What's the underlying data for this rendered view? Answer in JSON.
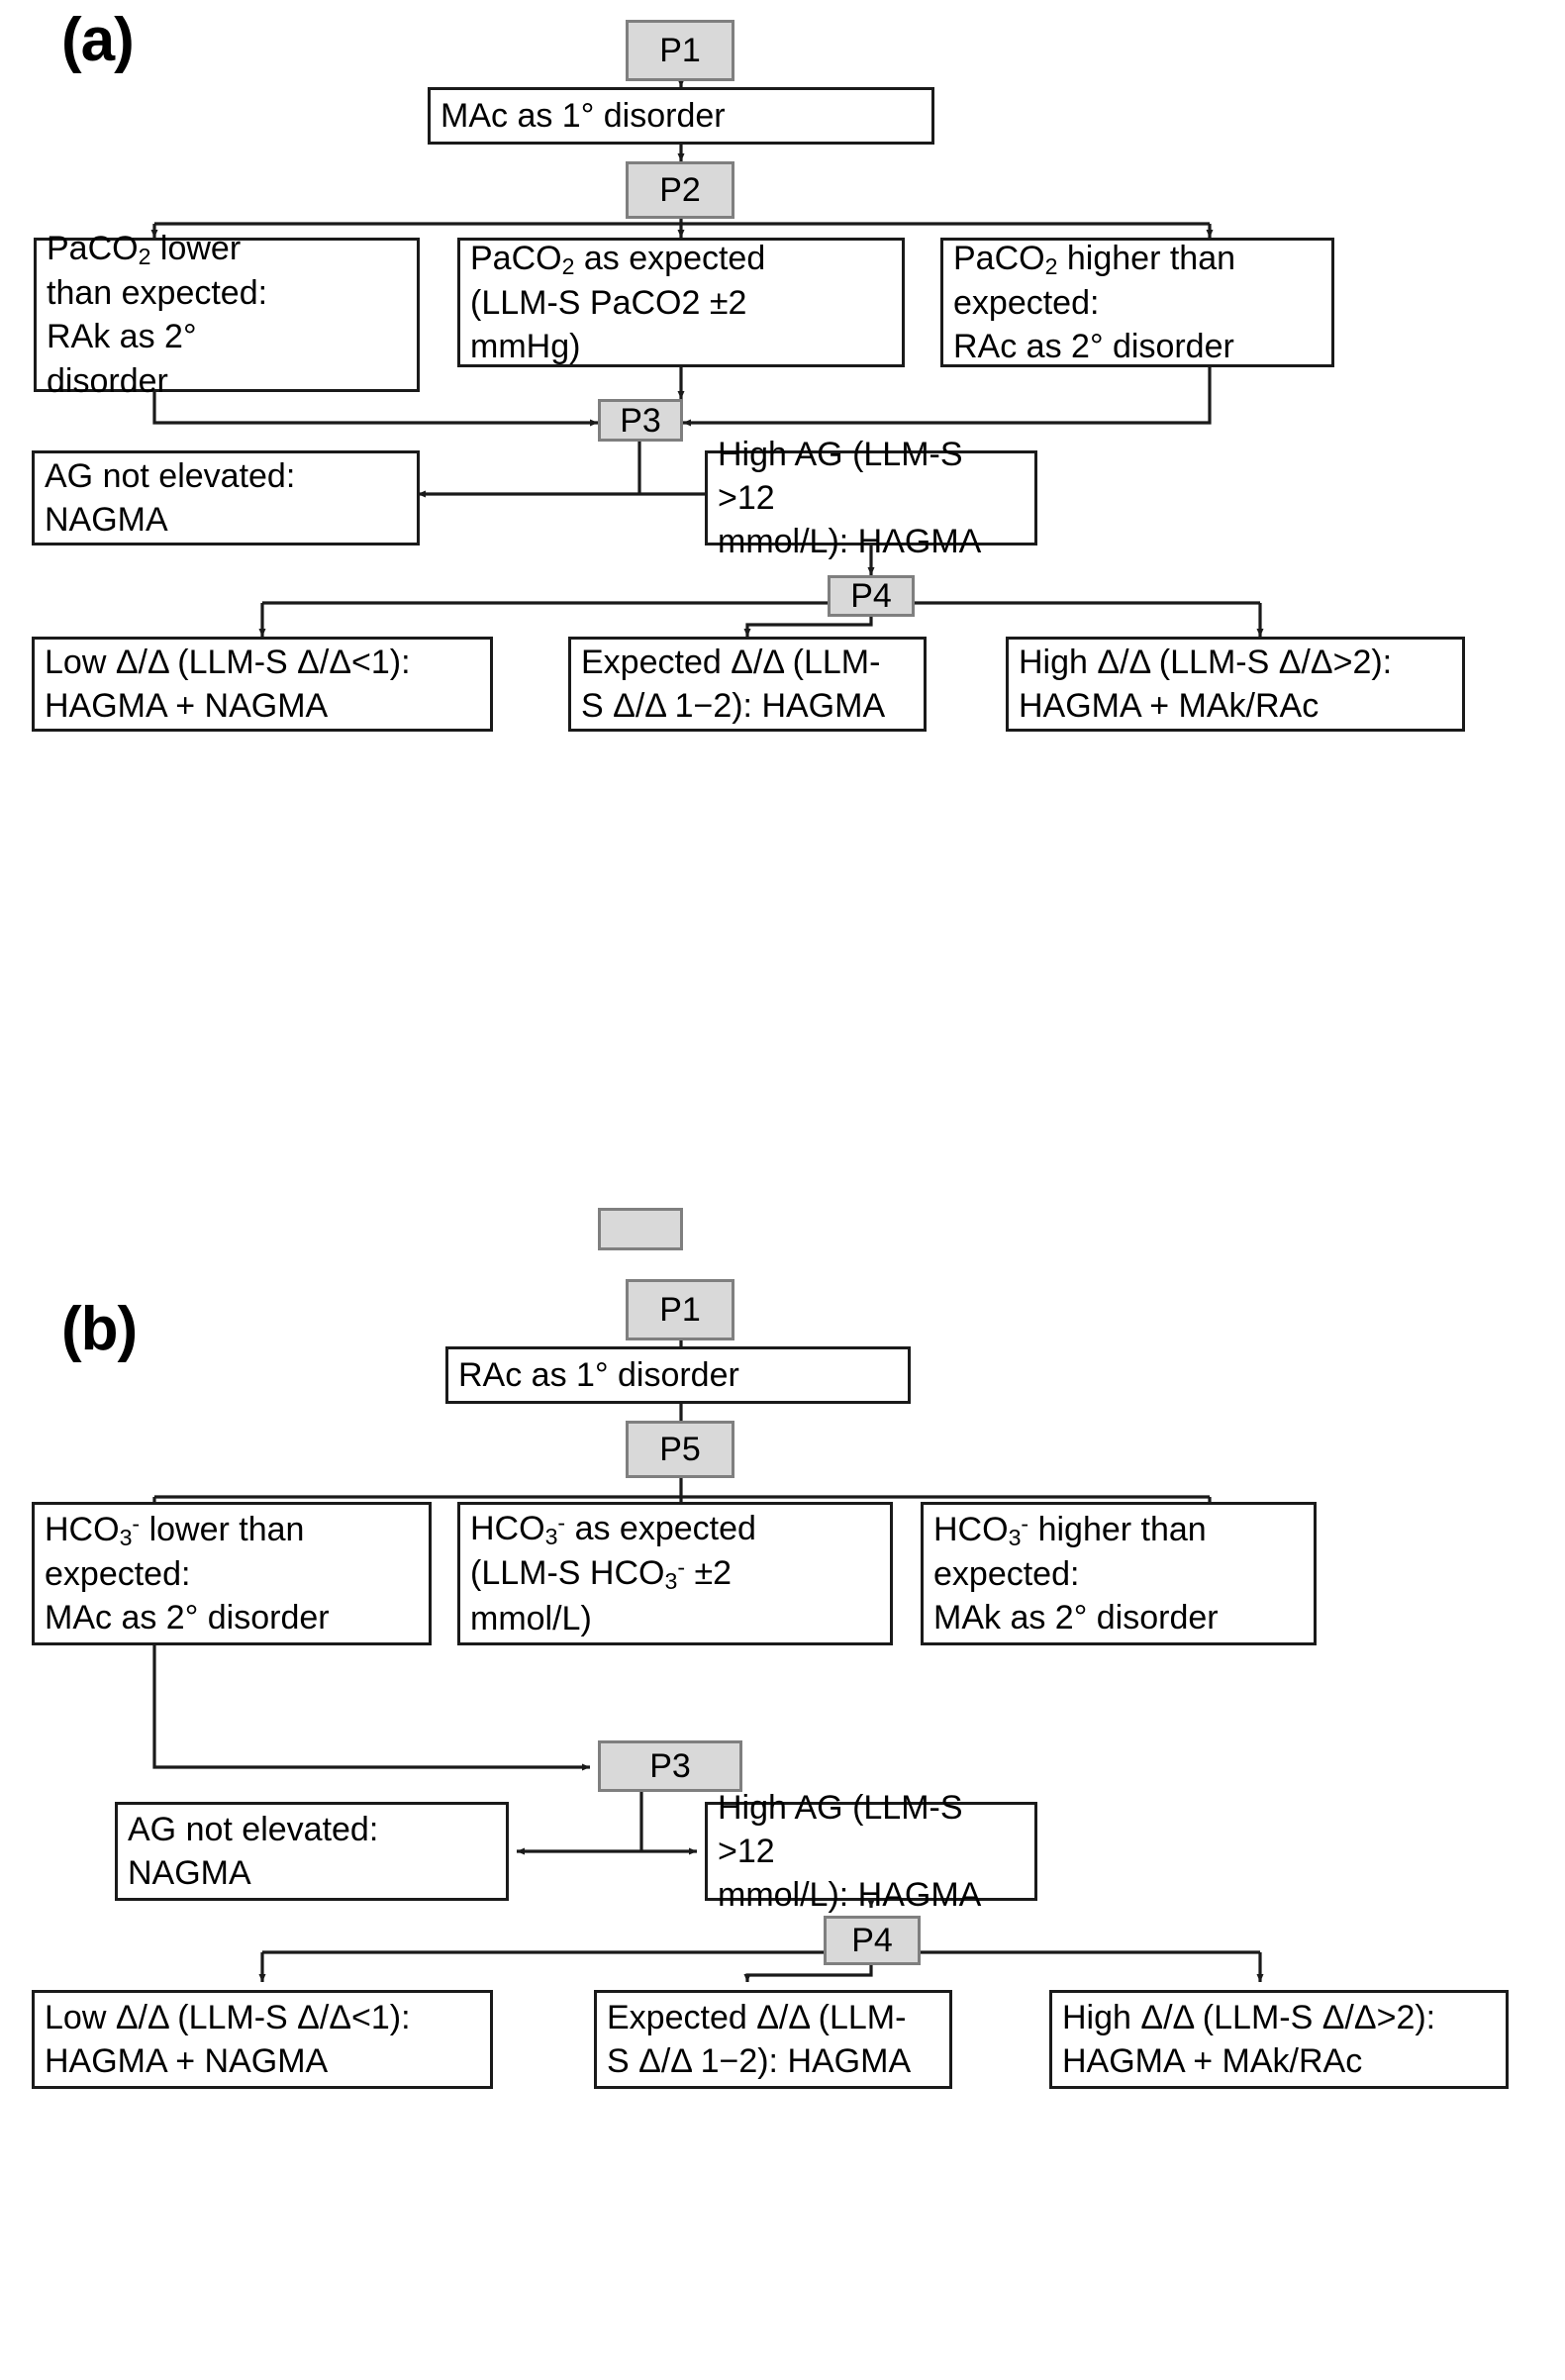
{
  "panels": [
    {
      "label": "(a)",
      "nodes": {
        "p1": "P1",
        "primary": "MAc as 1° disorder",
        "p2": "P2",
        "branch_left_l1": "PaCO2 lower",
        "branch_left_l2": "than expected:",
        "branch_left_l3": "RAk as 2°",
        "branch_left_l4": "disorder",
        "branch_mid_l1": "PaCO2 as expected",
        "branch_mid_l2": "(LLM-S PaCO2 ±2",
        "branch_mid_l3": "mmHg)",
        "branch_right_l1": "PaCO2 higher than",
        "branch_right_l2": "expected:",
        "branch_right_l3": "RAc as 2° disorder",
        "p3": "P3",
        "nagma_l1": "AG not elevated:",
        "nagma_l2": "NAGMA",
        "hagma_l1": "High AG (LLM-S >12",
        "hagma_l2": "mmol/L): HAGMA",
        "p4": "P4",
        "dd_low_l1": "Low Δ/Δ  (LLM-S Δ/Δ<1):",
        "dd_low_l2": "HAGMA + NAGMA",
        "dd_exp_l1": "Expected Δ/Δ (LLM-",
        "dd_exp_l2": "S Δ/Δ 1−2): HAGMA",
        "dd_high_l1": "High Δ/Δ (LLM-S Δ/Δ>2):",
        "dd_high_l2": "HAGMA + MAk/RAc"
      }
    },
    {
      "label": "(b)",
      "nodes": {
        "p1": "P1",
        "primary": "RAc as 1° disorder",
        "p5": "P5",
        "branch_left_l1": "HCO3- lower than",
        "branch_left_l2": "expected:",
        "branch_left_l3": "MAc as 2° disorder",
        "branch_mid_l1": "HCO3- as expected",
        "branch_mid_l2": "(LLM-S HCO3- ±2",
        "branch_mid_l3": "mmol/L)",
        "branch_right_l1": "HCO3- higher than",
        "branch_right_l2": "expected:",
        "branch_right_l3": "MAk as 2° disorder",
        "p3": "P3",
        "nagma_l1": "AG not elevated:",
        "nagma_l2": "NAGMA",
        "hagma_l1": "High AG (LLM-S >12",
        "hagma_l2": "mmol/L): HAGMA",
        "p4": "P4",
        "dd_low_l1": "Low Δ/Δ (LLM-S Δ/Δ<1):",
        "dd_low_l2": "HAGMA + NAGMA",
        "dd_exp_l1": "Expected Δ/Δ (LLM-",
        "dd_exp_l2": "S Δ/Δ 1−2): HAGMA",
        "dd_high_l1": "High Δ/Δ (LLM-S Δ/Δ>2):",
        "dd_high_l2": "HAGMA + MAk/RAc"
      }
    }
  ],
  "colors": {
    "process_fill": "#d9d9d9",
    "process_border": "#7f7f7f",
    "box_border": "#1a1a1a",
    "line": "#1a1a1a",
    "background": "#ffffff"
  }
}
